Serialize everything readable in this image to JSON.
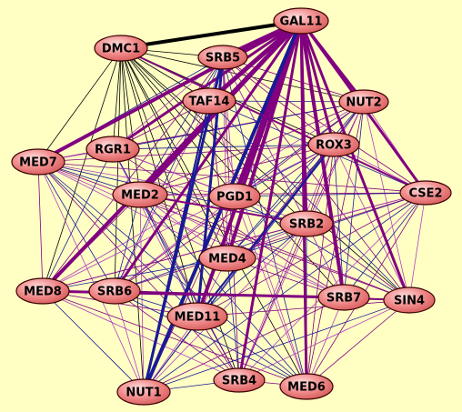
{
  "network": {
    "background": "#ffffc4",
    "node_fill": "#f08a8a",
    "nodes": [
      {
        "id": "GAL11",
        "label": "GAL11"
      },
      {
        "id": "DMC1",
        "label": "DMC1"
      },
      {
        "id": "SRB5",
        "label": "SRB5"
      },
      {
        "id": "TAF14",
        "label": "TAF14"
      },
      {
        "id": "NUT2",
        "label": "NUT2"
      },
      {
        "id": "MED7",
        "label": "MED7"
      },
      {
        "id": "RGR1",
        "label": "RGR1"
      },
      {
        "id": "ROX3",
        "label": "ROX3"
      },
      {
        "id": "MED2",
        "label": "MED2"
      },
      {
        "id": "PGD1",
        "label": "PGD1"
      },
      {
        "id": "CSE2",
        "label": "CSE2"
      },
      {
        "id": "SRB2",
        "label": "SRB2"
      },
      {
        "id": "MED4",
        "label": "MED4"
      },
      {
        "id": "MED8",
        "label": "MED8"
      },
      {
        "id": "SRB6",
        "label": "SRB6"
      },
      {
        "id": "SRB7",
        "label": "SRB7"
      },
      {
        "id": "SIN4",
        "label": "SIN4"
      },
      {
        "id": "MED11",
        "label": "MED11"
      },
      {
        "id": "NUT1",
        "label": "NUT1"
      },
      {
        "id": "SRB4",
        "label": "SRB4"
      },
      {
        "id": "MED6",
        "label": "MED6"
      }
    ],
    "edge_colors": {
      "black": "#000000",
      "purple": "#800080",
      "blue": "#1a1a96",
      "magenta": "#b040c0"
    },
    "strong_edges": [
      {
        "source": "GAL11",
        "target": "DMC1",
        "color": "black",
        "weight": 4
      },
      {
        "source": "GAL11",
        "target": "SRB5",
        "color": "purple",
        "weight": 5
      },
      {
        "source": "GAL11",
        "target": "TAF14",
        "color": "purple",
        "weight": 5
      },
      {
        "source": "GAL11",
        "target": "MED7",
        "color": "purple",
        "weight": 4
      },
      {
        "source": "GAL11",
        "target": "MED2",
        "color": "purple",
        "weight": 4
      },
      {
        "source": "GAL11",
        "target": "PGD1",
        "color": "purple",
        "weight": 5
      },
      {
        "source": "GAL11",
        "target": "MED8",
        "color": "purple",
        "weight": 4
      },
      {
        "source": "GAL11",
        "target": "SRB6",
        "color": "purple",
        "weight": 3
      },
      {
        "source": "GAL11",
        "target": "MED4",
        "color": "purple",
        "weight": 4
      },
      {
        "source": "GAL11",
        "target": "MED11",
        "color": "purple",
        "weight": 4
      },
      {
        "source": "GAL11",
        "target": "NUT1",
        "color": "blue",
        "weight": 4
      },
      {
        "source": "GAL11",
        "target": "SRB4",
        "color": "purple",
        "weight": 3
      },
      {
        "source": "GAL11",
        "target": "MED6",
        "color": "purple",
        "weight": 3
      },
      {
        "source": "GAL11",
        "target": "SRB7",
        "color": "purple",
        "weight": 4
      },
      {
        "source": "GAL11",
        "target": "SIN4",
        "color": "purple",
        "weight": 3
      },
      {
        "source": "GAL11",
        "target": "CSE2",
        "color": "purple",
        "weight": 3
      },
      {
        "source": "GAL11",
        "target": "NUT2",
        "color": "purple",
        "weight": 3
      },
      {
        "source": "GAL11",
        "target": "ROX3",
        "color": "purple",
        "weight": 3
      },
      {
        "source": "GAL11",
        "target": "SRB2",
        "color": "purple",
        "weight": 3
      },
      {
        "source": "GAL11",
        "target": "RGR1",
        "color": "purple",
        "weight": 3
      },
      {
        "source": "SRB5",
        "target": "NUT1",
        "color": "blue",
        "weight": 3
      },
      {
        "source": "SRB5",
        "target": "MED11",
        "color": "blue",
        "weight": 3
      },
      {
        "source": "TAF14",
        "target": "NUT1",
        "color": "blue",
        "weight": 2
      },
      {
        "source": "ROX3",
        "target": "MED11",
        "color": "blue",
        "weight": 2
      },
      {
        "source": "MED8",
        "target": "SRB7",
        "color": "purple",
        "weight": 3
      },
      {
        "source": "SRB6",
        "target": "SIN4",
        "color": "purple",
        "weight": 2
      },
      {
        "source": "MED2",
        "target": "SRB2",
        "color": "purple",
        "weight": 2
      },
      {
        "source": "DMC1",
        "target": "CSE2",
        "color": "purple",
        "weight": 2
      }
    ]
  }
}
